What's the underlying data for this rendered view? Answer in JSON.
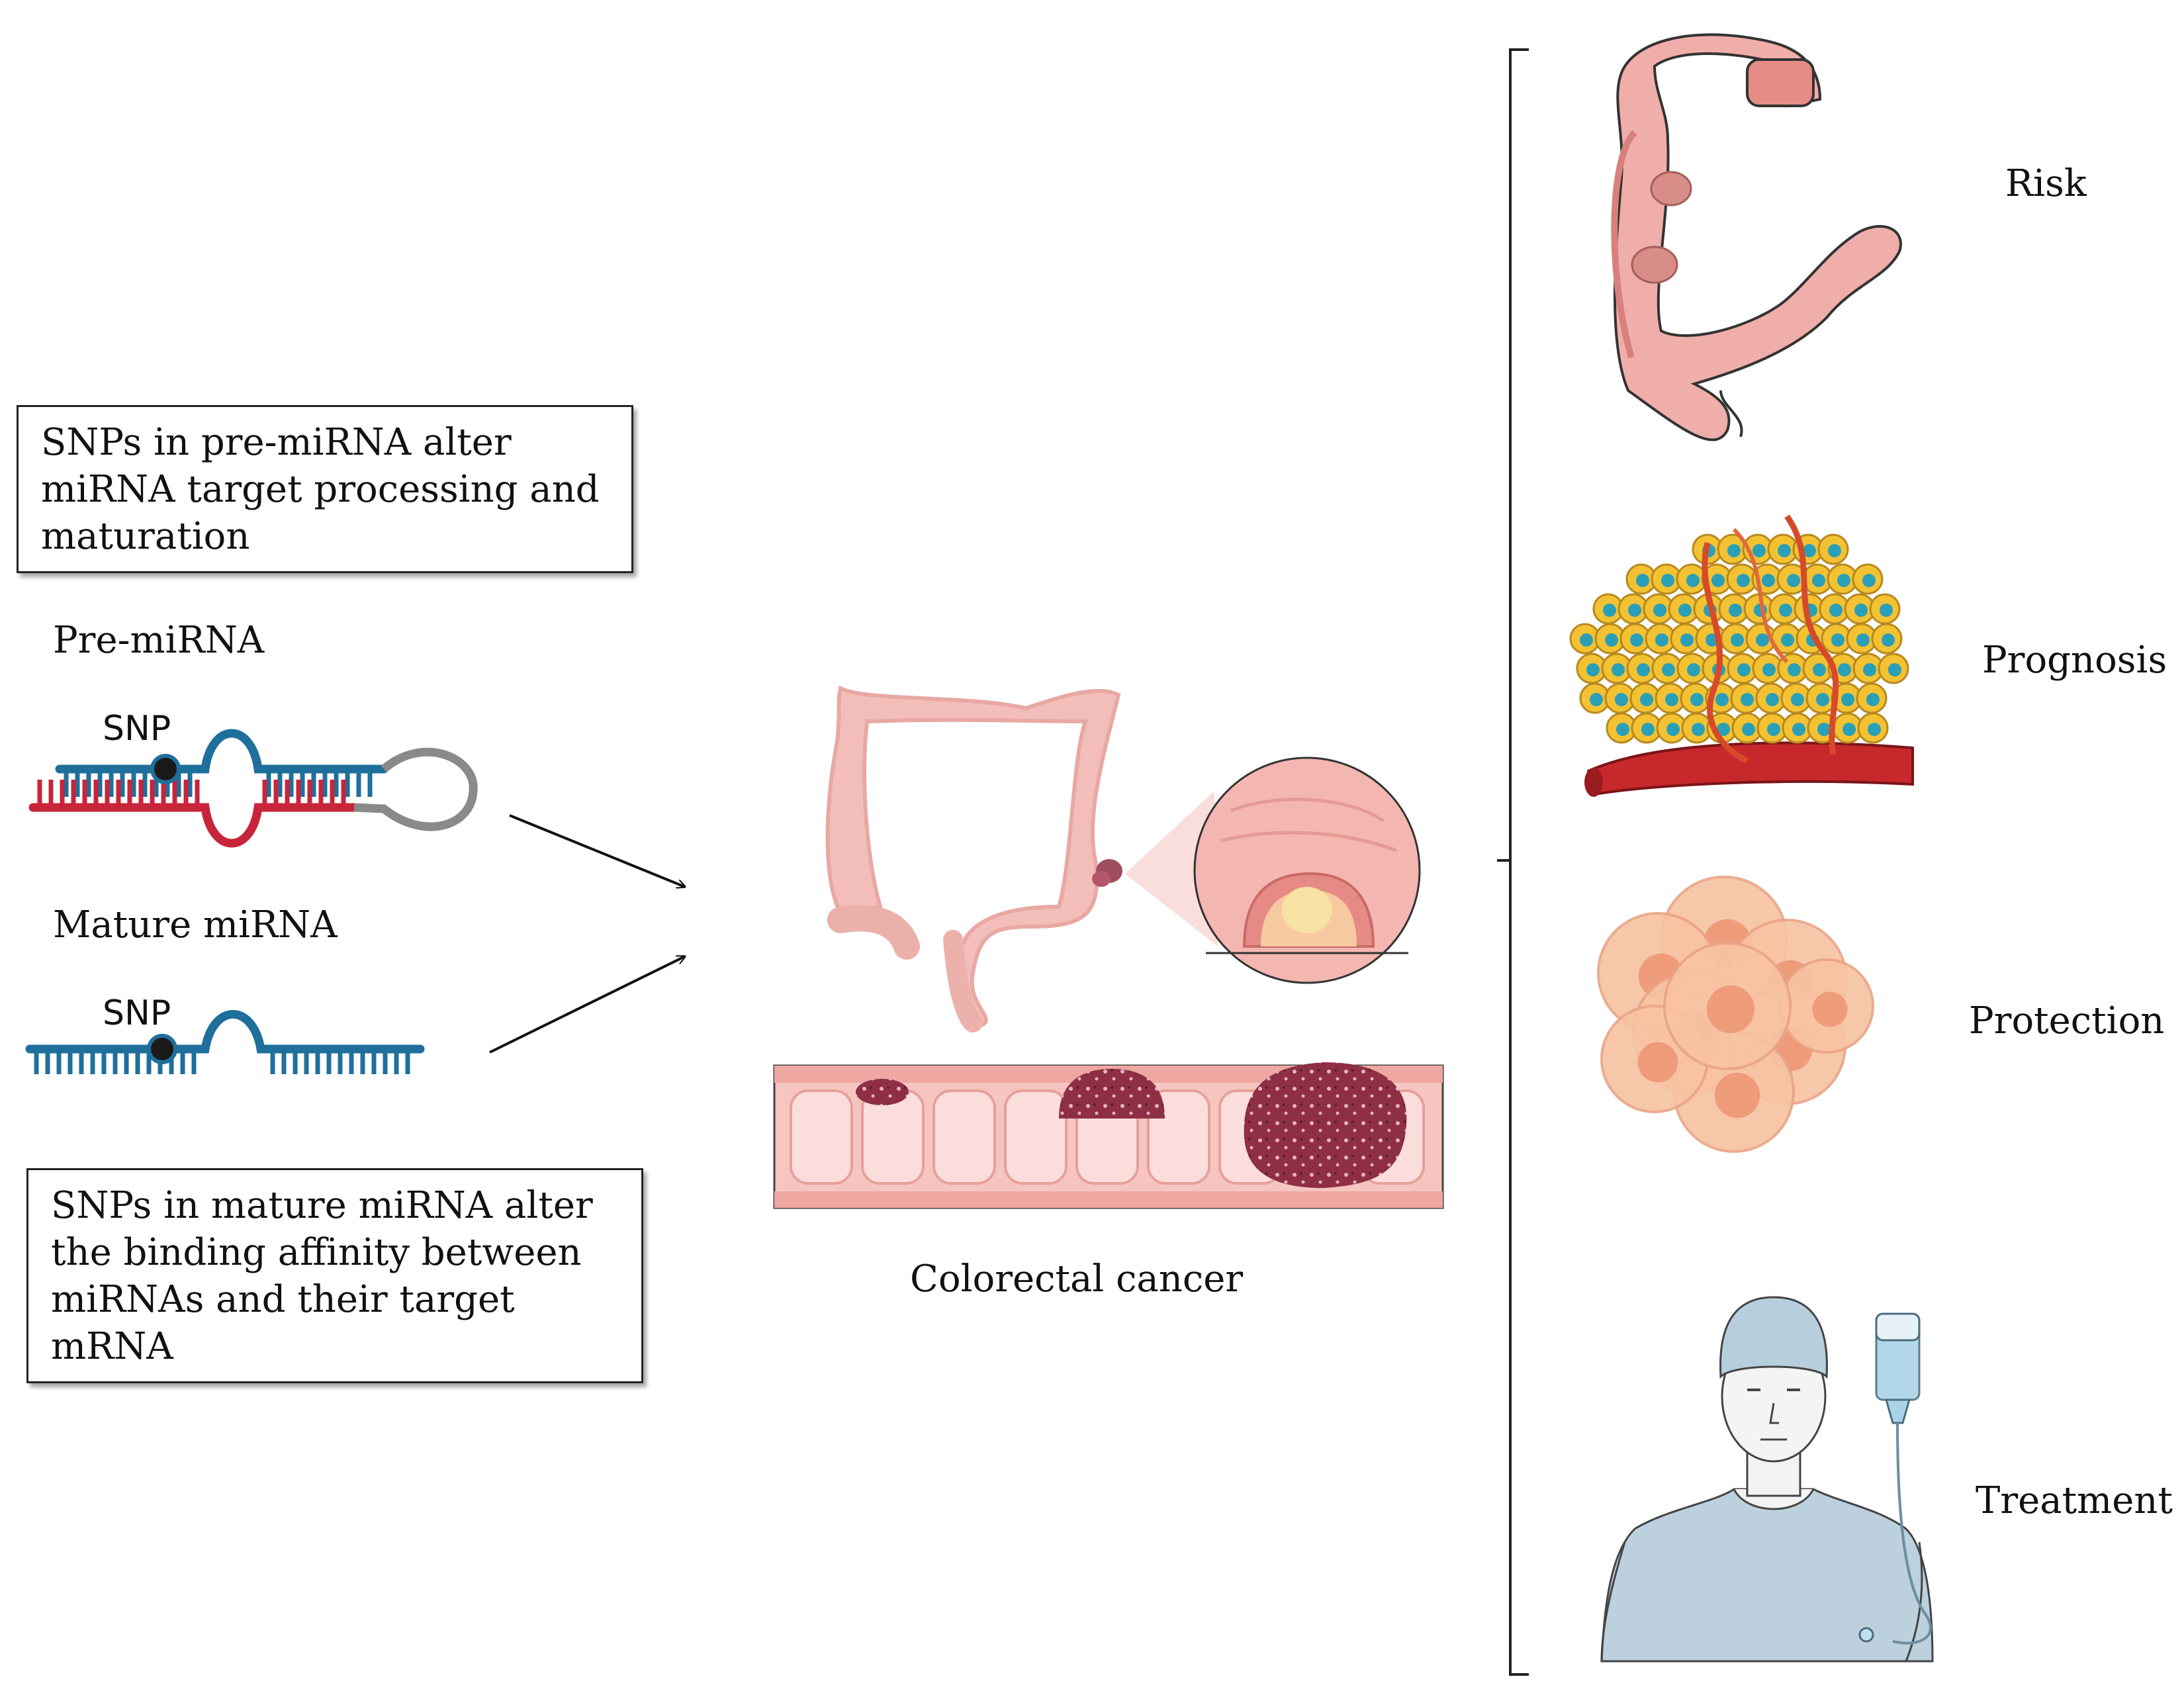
{
  "boxes": {
    "pre_mirna_effect": "SNPs in pre-miRNA alter miRNA target processing and maturation",
    "mature_mirna_effect": "SNPs in mature miRNA alter the binding affinity between miRNAs and their target mRNA"
  },
  "left_labels": {
    "pre_mirna": "Pre-miRNA",
    "mature_mirna": "Mature miRNA",
    "snp_pre": "SNP",
    "snp_mature": "SNP"
  },
  "center_label": "Colorectal cancer",
  "outcomes": [
    "Risk",
    "Prognosis",
    "Protection",
    "Treatment"
  ],
  "colors": {
    "strand_blue": "#1f6f9c",
    "strand_red": "#c8243a",
    "loop_gray": "#8a8a8a",
    "colon_pink": "#f2b3ae",
    "tumor": "#8e2f45",
    "cell_yellow": "#f2c233",
    "nucleus_teal": "#2a9fb8",
    "patient_shirt": "#bcd0dd"
  },
  "icons": [
    "colon-icon",
    "tumor-cells-icon",
    "cell-cluster-icon",
    "patient-iv-icon"
  ]
}
